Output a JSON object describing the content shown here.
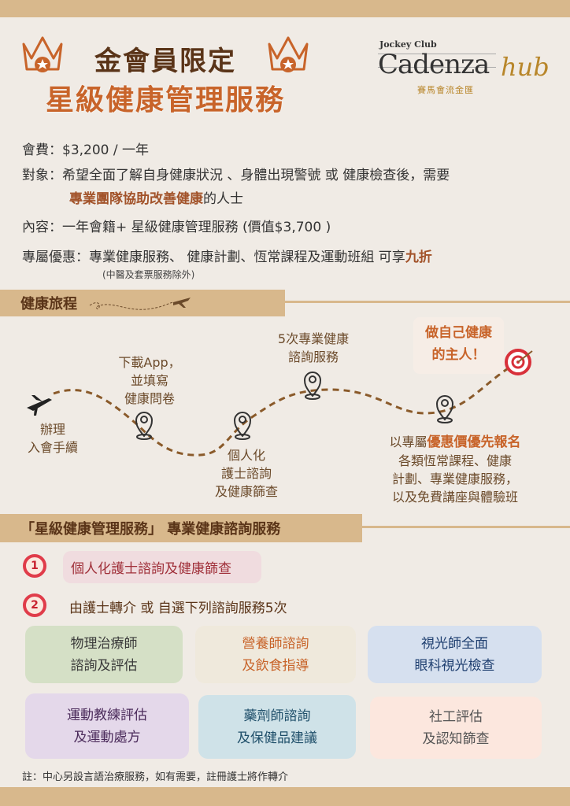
{
  "header": {
    "title_line1": "金會員限定",
    "title_line2": "星級健康管理服務",
    "logo": {
      "top": "Jockey Club",
      "name": "Cadenza",
      "suffix": "hub",
      "chinese": "賽馬會流金匯"
    }
  },
  "info": {
    "fee_label": "會費：",
    "fee_value": "$3,200 / 一年",
    "target_label": "對象：",
    "target_value": "希望全面了解自身健康狀況 、身體出現警號 或 健康檢查後，需要",
    "target_highlight": "專業團隊協助改善健康",
    "target_tail": "的人士",
    "content_label": "內容：",
    "content_value": "一年會籍+ 星級健康管理服務 (價值$3,700 )",
    "offer_label": "專屬優惠：",
    "offer_value": "專業健康服務、 健康計劃、恆常課程及運動班組 可享",
    "offer_highlight": "九折",
    "offer_note": "(中醫及套票服務除外)"
  },
  "journey": {
    "title": "健康旅程",
    "step1": [
      "辦理",
      "入會手續"
    ],
    "step2": [
      "下載App，",
      "並填寫",
      "健康問卷"
    ],
    "step3": [
      "個人化",
      "護士諮詢",
      "及健康篩查"
    ],
    "step4": [
      "5次專業健康",
      "諮詢服務"
    ],
    "step5_prefix": "以專屬",
    "step5_highlight": "優惠價優先報名",
    "step5": [
      "各類恆常課程、健康",
      "計劃、專業健康服務，",
      "以及免費講座與體驗班"
    ],
    "goal": [
      "做自己健康",
      "的主人！"
    ]
  },
  "services": {
    "title": "「星級健康管理服務」 專業健康諮詢服務",
    "item1_num": "1",
    "item1": "個人化護士諮詢及健康篩查",
    "item2_num": "2",
    "item2": "由護士轉介 或 自選下列諮詢服務5次",
    "boxes": [
      {
        "l1": "物理治療師",
        "l2": "諮詢及評估"
      },
      {
        "l1": "營養師諮詢",
        "l2": "及飲食指導"
      },
      {
        "l1": "視光師全面",
        "l2": "眼科視光檢查"
      },
      {
        "l1": "運動教練評估",
        "l2": "及運動處方"
      },
      {
        "l1": "藥劑師諮詢",
        "l2": "及保健品建議"
      },
      {
        "l1": "社工評估",
        "l2": "及認知篩查"
      }
    ],
    "note": "註：中心另設言語治療服務，如有需要，註冊護士將作轉介"
  },
  "colors": {
    "tan": "#d8b88c",
    "brown": "#5a3418",
    "orange": "#c8642a",
    "red": "#e03c4a"
  }
}
